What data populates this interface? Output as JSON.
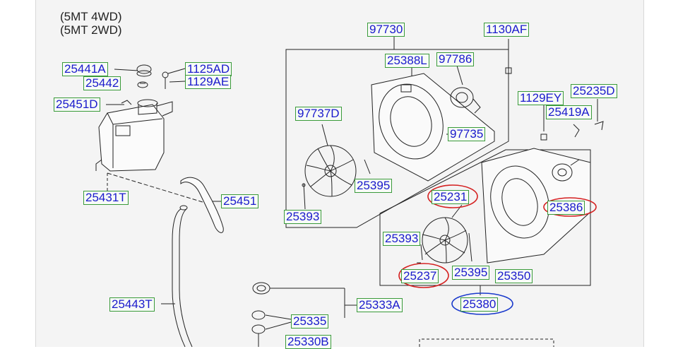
{
  "notes": [
    "(5MT 4WD)",
    "(5MT 2WD)"
  ],
  "parts": {
    "p25441A": "25441A",
    "p25442": "25442",
    "p1125AD": "1125AD",
    "p1129AE": "1129AE",
    "p25451D": "25451D",
    "p25431T": "25431T",
    "p25451": "25451",
    "p25443T": "25443T",
    "p97730": "97730",
    "p1130AF": "1130AF",
    "p25388L": "25388L",
    "p97786": "97786",
    "p97737D": "97737D",
    "p97735": "97735",
    "p25395a": "25395",
    "p25393a": "25393",
    "p1129EY": "1129EY",
    "p25235D": "25235D",
    "p25419A": "25419A",
    "p25231": "25231",
    "p25386": "25386",
    "p25393b": "25393",
    "p25237": "25237",
    "p25395b": "25395",
    "p25350": "25350",
    "p25380": "25380",
    "p25333A": "25333A",
    "p25335": "25335",
    "p25330B": "25330B"
  },
  "colors": {
    "label_text": "#1a1acc",
    "label_border": "#3a9a3a",
    "red_circle": "#d42020",
    "blue_circle": "#1a3acc"
  }
}
